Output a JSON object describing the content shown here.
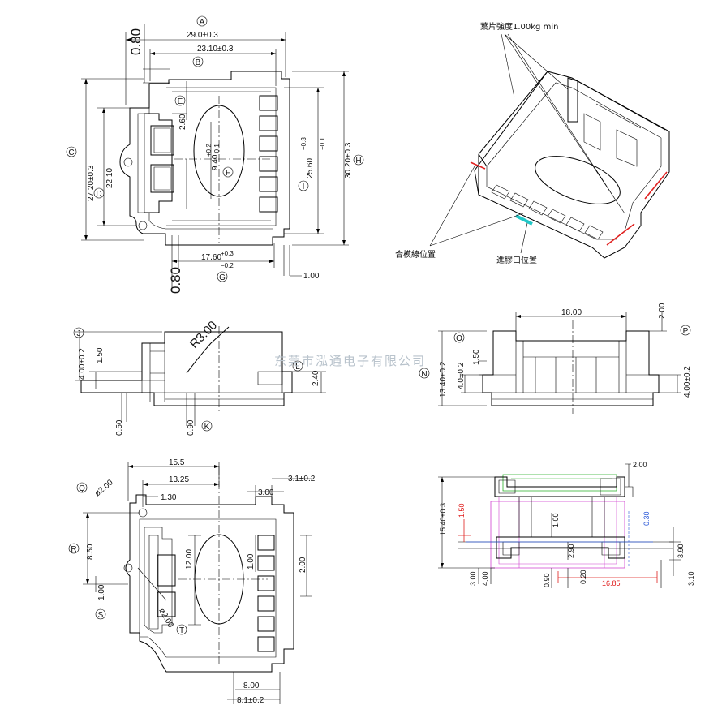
{
  "watermark": "东莞市泓通电子有限公司",
  "notes": {
    "blade_strength": "葉片強度1.00kg min",
    "parting_line": "合模線位置",
    "gate_position": "進膠口位置"
  },
  "view_top": {
    "dims": {
      "A": "29.0±0.3",
      "B": "23.10±0.3",
      "C": "27.20±0.3",
      "D": "22.10",
      "E": "2.60",
      "F_base": "9.40",
      "F_up": "+0.2",
      "F_lo": "−0.1",
      "G_base": "17.60",
      "G_up": "+0.3",
      "G_lo": "−0.2",
      "H": "30.20±0.3",
      "I_base": "25.60",
      "I_up": "+0.3",
      "I_lo": "−0.1",
      "gap_top": "0.80",
      "gap_bottom": "0.80",
      "pin": "1.00"
    },
    "labels": {
      "A": "A",
      "B": "B",
      "C": "C",
      "D": "D",
      "E": "E",
      "F": "F",
      "G": "G",
      "H": "H",
      "I": "I"
    }
  },
  "view_front_left": {
    "dims": {
      "radius": "R3.00",
      "J": "4.00±0.2",
      "step": "1.50",
      "L": "2.40",
      "foot": "0.50",
      "K": "0.90"
    },
    "labels": {
      "J": "J",
      "K": "K",
      "L": "L"
    }
  },
  "view_front_right": {
    "dims": {
      "width": "18.00",
      "P_top": "2.00",
      "N": "13.40±0.2",
      "O": "4.0±0.2",
      "step": "1.50",
      "P": "4.00±0.2"
    },
    "labels": {
      "N": "N",
      "O": "O",
      "P": "P"
    }
  },
  "view_bottom": {
    "dims": {
      "w1": "15.5",
      "w2": "13.25",
      "Q": "ø2.00",
      "q_off": "1.30",
      "notch_w": "3.00",
      "notch_tol": "3.1±0.2",
      "R": "8.50",
      "inner_h": "12.00",
      "pin_w": "1.00",
      "pitch": "2.00",
      "S": "1.00",
      "T": "ø2.00",
      "bot_w1": "8.00",
      "bot_w2": "8.1±0.2"
    },
    "labels": {
      "Q": "Q",
      "R": "R",
      "S": "S",
      "T": "T"
    }
  },
  "view_side": {
    "dims": {
      "top": "2.00",
      "height": "15.40±0.3",
      "red_left": "1.50",
      "d1": "1.00",
      "blue": "0.30",
      "d2": "2.90",
      "right_h": "3.90",
      "b1": "3.00",
      "b2": "4.00",
      "b3": "0.90",
      "b4": "0.20",
      "red_width": "16.85",
      "b5": "3.10"
    }
  },
  "colors": {
    "line": "#000000",
    "watermark": "#b9c3cc",
    "red": "#e0201f",
    "magenta": "#d040d0",
    "green": "#28b028",
    "blue": "#2a58d8",
    "cyan": "#22c7c7"
  }
}
